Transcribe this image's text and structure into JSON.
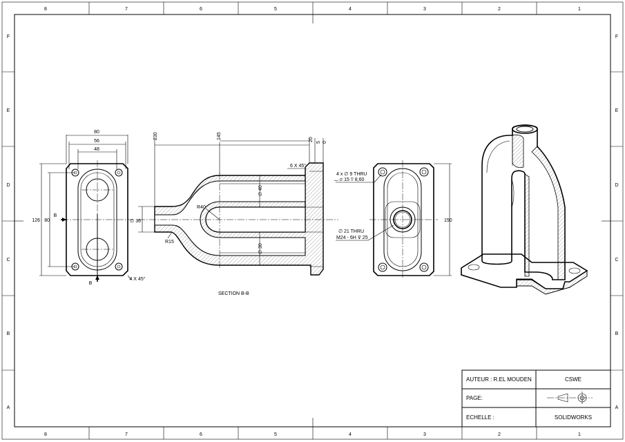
{
  "border": {
    "columns": [
      "8",
      "7",
      "6",
      "5",
      "4",
      "3",
      "2",
      "1"
    ],
    "rows": [
      "F",
      "E",
      "D",
      "C",
      "B",
      "A"
    ]
  },
  "front_view": {
    "dims": {
      "width_outer": "80",
      "width_mid": "56",
      "width_inner": "48",
      "height_outer": "126",
      "height_inner": "80",
      "chamfer": "4 X 45°"
    },
    "section_marks": [
      "B",
      "B"
    ]
  },
  "section_view": {
    "dims": {
      "d230": "230",
      "d145": "145",
      "d20": "20",
      "d5": "5",
      "d0": "0",
      "chamfer": "6 X 45°",
      "r40": "R40",
      "dia40": "∅ 40",
      "dia36": "∅ 36",
      "dia30": "∅ 30",
      "r15": "R15"
    },
    "caption": "SECTION B-B"
  },
  "side_view": {
    "hole_note_1": "4 x  ∅ 9 THRU",
    "hole_note_2": "⌴ ∅ 15 ⊽ 8,60",
    "thread_note_1": "∅ 21 THRU",
    "thread_note_2": "M24 - 6H ⊽ 25",
    "height": "150"
  },
  "title_block": {
    "author": "AUTEUR :  R.EL MOUDEN",
    "company": "CSWE",
    "page": "PAGE:",
    "scale": "ECHELLE :",
    "software": "SOLIDWORKS"
  }
}
